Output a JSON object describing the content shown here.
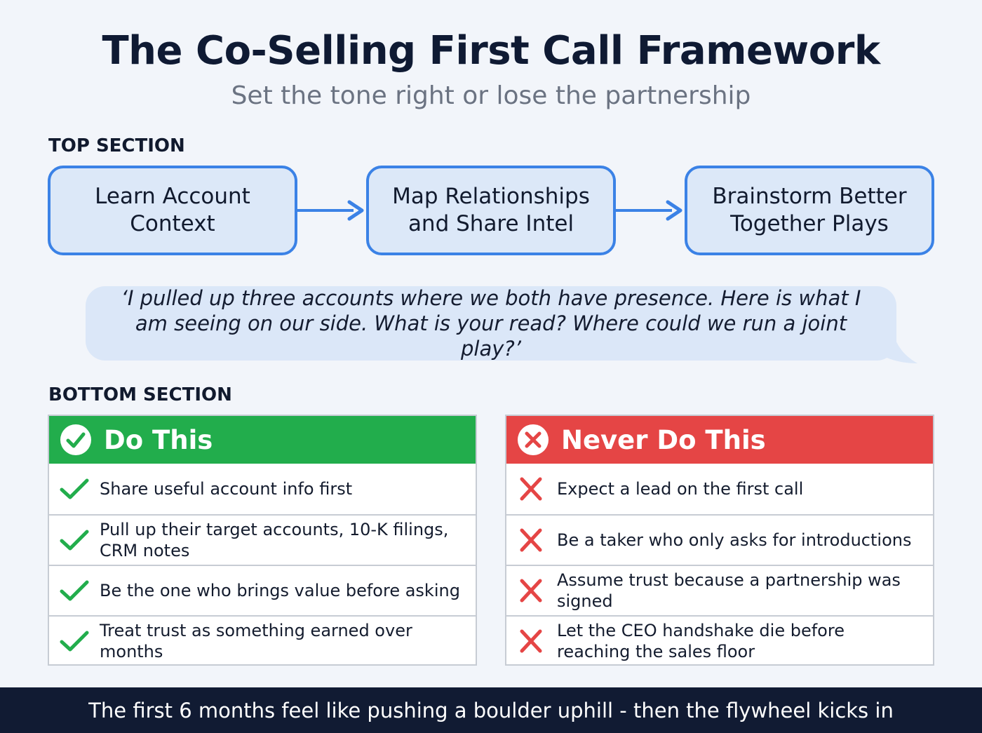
{
  "title": "The Co-Selling First Call Framework",
  "subtitle": "Set the tone right or lose the partnership",
  "top_section": {
    "label": "TOP SECTION",
    "steps": [
      "Learn Account Context",
      "Map Relationships and Share Intel",
      "Brainstorm Better Together Plays"
    ],
    "quote": "‘I pulled up three accounts where we both have presence. Here is what I am seeing on our side. What is your read? Where could we run a joint play?’"
  },
  "bottom_section": {
    "label": "BOTTOM SECTION",
    "do": {
      "heading": "Do This",
      "icon": "check-circle-icon",
      "color": "#22ad4c",
      "items": [
        "Share useful account info first",
        "Pull up their target accounts, 10-K filings, CRM notes",
        "Be the one who brings value before asking",
        "Treat trust as something earned over months"
      ]
    },
    "never": {
      "heading": "Never Do This",
      "icon": "x-circle-icon",
      "color": "#e54545",
      "items": [
        "Expect a lead on the first call",
        "Be a taker who only asks for introductions",
        "Assume trust because a partnership was signed",
        "Let the CEO handshake die before reaching the sales floor"
      ]
    }
  },
  "footer": "The first 6 months feel like pushing a boulder uphill - then the flywheel kicks in",
  "colors": {
    "accent_blue": "#3b82e6",
    "box_fill": "#dce8f8",
    "footer_bg": "#111b33"
  }
}
